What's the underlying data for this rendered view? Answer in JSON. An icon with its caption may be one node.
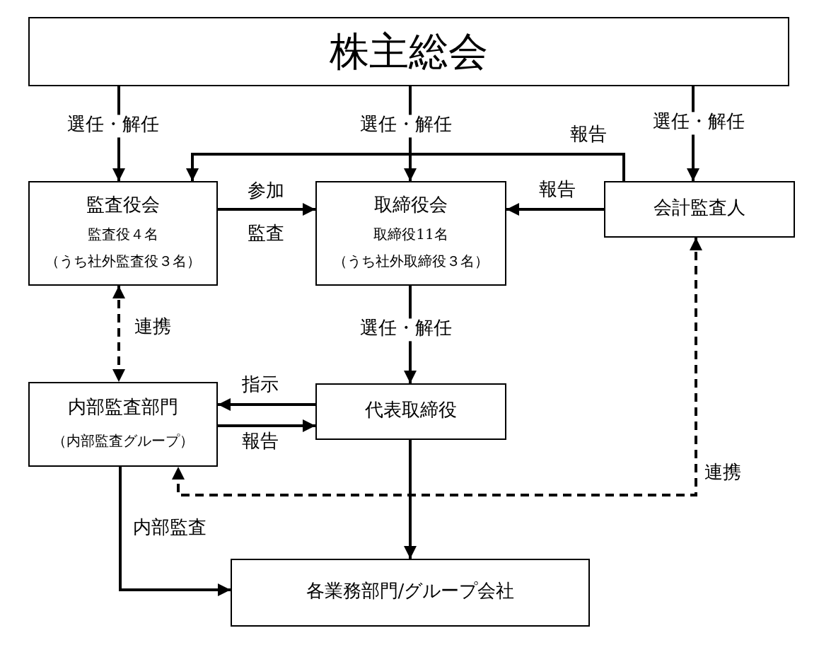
{
  "diagram": {
    "nodes": [
      {
        "text": [
          "株主総会"
        ]
      },
      {
        "text": [
          "監査役会",
          "監査役４名",
          "（うち社外監査役３名）"
        ]
      },
      {
        "text": [
          "取締役会",
          "取締役11名",
          "（うち社外取締役３名）"
        ]
      },
      {
        "text": [
          "会計監査人"
        ]
      },
      {
        "text": [
          "内部監査部門",
          "（内部監査グループ）"
        ]
      },
      {
        "text": [
          "代表取締役"
        ]
      },
      {
        "text": [
          "各業務部門/グループ会社"
        ]
      }
    ],
    "edges": [
      {
        "from": 0,
        "to": 1,
        "arrow": "to",
        "label": "選任・解任"
      },
      {
        "from": 0,
        "to": 2,
        "arrow": "to",
        "label": "選任・解任"
      },
      {
        "from": 0,
        "to": 3,
        "arrow": "to",
        "label": "選任・解任"
      },
      {
        "from": 3,
        "to": 1,
        "arrow": "to",
        "label": "報告"
      },
      {
        "from": 3,
        "to": 2,
        "arrow": "to",
        "label": "報告"
      },
      {
        "from": 1,
        "to": 2,
        "arrow": "to",
        "label": "参加"
      },
      {
        "from": 1,
        "to": 4,
        "arrow": "both",
        "label": "連携",
        "style": "dashed"
      },
      {
        "from": 2,
        "to": 5,
        "arrow": "to",
        "label": "選任・解任"
      },
      {
        "from": 5,
        "to": 4,
        "arrow": "to",
        "label": "指示"
      },
      {
        "from": 4,
        "to": 5,
        "arrow": "to",
        "label": "報告"
      },
      {
        "from": 5,
        "to": 6,
        "arrow": "to"
      },
      {
        "from": 4,
        "to": 6,
        "arrow": "to",
        "label": "内部監査"
      },
      {
        "from": 3,
        "to": 4,
        "arrow": "both",
        "label": "連携",
        "style": "dashed"
      }
    ],
    "labels": [
      "監査"
    ]
  }
}
